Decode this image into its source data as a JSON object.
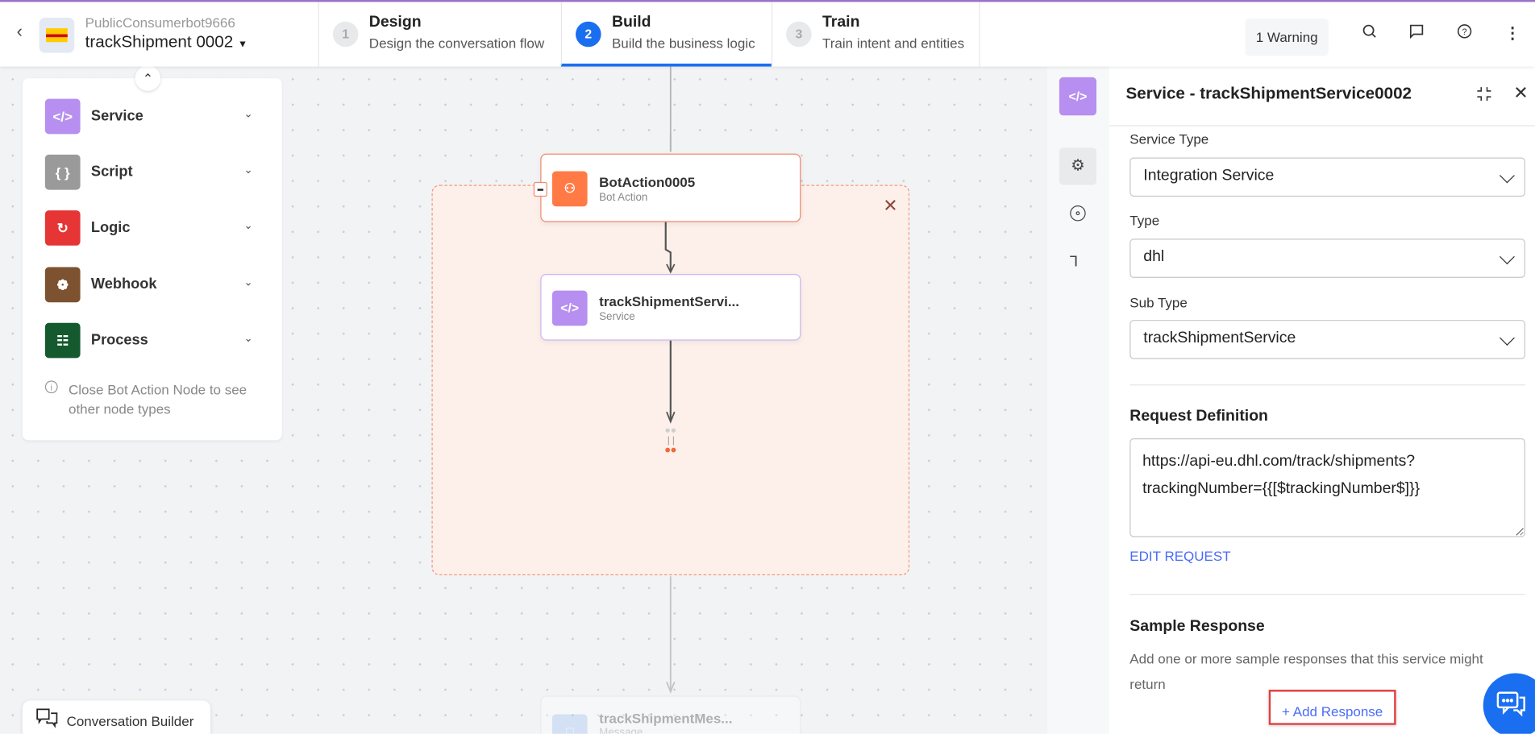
{
  "header": {
    "bot_name": "PublicConsumerbot9666",
    "flow_name": "trackShipment 0002",
    "steps": [
      {
        "num": "1",
        "title": "Design",
        "subtitle": "Design the conversation flow"
      },
      {
        "num": "2",
        "title": "Build",
        "subtitle": "Build the business logic",
        "active": true
      },
      {
        "num": "3",
        "title": "Train",
        "subtitle": "Train intent and entities"
      }
    ],
    "warning_label": "1 Warning",
    "icons": [
      "search-icon",
      "comment-icon",
      "help-icon",
      "more-vertical-icon"
    ]
  },
  "palette": {
    "items": [
      {
        "label": "Service",
        "color": "#b68ff0",
        "icon": "code-icon"
      },
      {
        "label": "Script",
        "color": "#9a9a9a",
        "icon": "braces-icon"
      },
      {
        "label": "Logic",
        "color": "#e63535",
        "icon": "loop-icon"
      },
      {
        "label": "Webhook",
        "color": "#7d5230",
        "icon": "webhook-icon"
      },
      {
        "label": "Process",
        "color": "#145a2e",
        "icon": "process-icon"
      }
    ],
    "info": "Close Bot Action Node to see other node types"
  },
  "canvas": {
    "nodes": [
      {
        "name": "BotAction0005",
        "type": "Bot Action",
        "color": "#ff7a45"
      },
      {
        "name": "trackShipmentServi...",
        "type": "Service",
        "color": "#b68ff0"
      },
      {
        "name": "trackShipmentMes...",
        "type": "Message",
        "color": "#bcd3f5"
      }
    ],
    "conversation_builder_label": "Conversation Builder"
  },
  "panel": {
    "title": "Service - trackShipmentService0002",
    "service_type_label": "Service Type",
    "service_type_value": "Integration Service",
    "type_label": "Type",
    "type_value": "dhl",
    "sub_type_label": "Sub Type",
    "sub_type_value": "trackShipmentService",
    "request_definition_title": "Request Definition",
    "request_url": "https://api-eu.dhl.com/track/shipments?\ntrackingNumber={{[$trackingNumber$]}}",
    "edit_request_label": "EDIT REQUEST",
    "sample_response_title": "Sample Response",
    "sample_response_desc": "Add one or more sample responses that this service might return",
    "add_response_label": "+ Add Response"
  },
  "colors": {
    "accent": "#1a6ff0",
    "link": "#4a6cf7",
    "highlight": "#e04040"
  }
}
